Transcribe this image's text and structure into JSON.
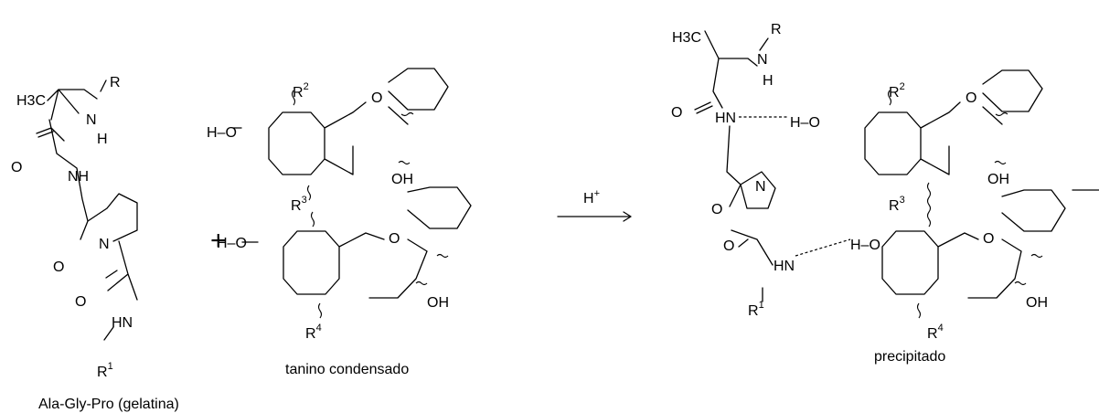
{
  "reactant_1": {
    "caption": "Ala-Gly-Pro (gelatina)",
    "groups": {
      "methyl": "H3C",
      "r": "R",
      "nh": "N",
      "h": "H",
      "o1": "O",
      "nh_amide": "NH",
      "n_ring": "N",
      "o2": "O",
      "o3": "O",
      "hn": "HN",
      "r1": "R",
      "r1_sup": "1"
    }
  },
  "plus_sign": "+",
  "reactant_2": {
    "caption": "tanino condensado",
    "groups": {
      "ho1": "H–O",
      "r2": "R",
      "r2_sup": "2",
      "o_ring1": "O",
      "oh1": "OH",
      "r3": "R",
      "r3_sup": "3",
      "ho2": "H–O",
      "o_ring2": "O",
      "oh2": "OH",
      "r4": "R",
      "r4_sup": "4"
    }
  },
  "arrow": {
    "label": "H",
    "label_sup": "+"
  },
  "product": {
    "caption": "precipitado",
    "groups": {
      "methyl": "H3C",
      "r": "R",
      "nh": "N",
      "h": "H",
      "o1": "O",
      "hn1": "HN",
      "h_o1": "H–O",
      "n_ring": "N",
      "o2": "O",
      "o3": "O",
      "hn2": "HN",
      "h_o2": "H–O",
      "r1": "R",
      "r1_sup": "1",
      "r2": "R",
      "r2_sup": "2",
      "o_ring1": "O",
      "oh1": "OH",
      "r3": "R",
      "r3_sup": "3",
      "o_ring2": "O",
      "oh2": "OH",
      "r4": "R",
      "r4_sup": "4"
    }
  }
}
